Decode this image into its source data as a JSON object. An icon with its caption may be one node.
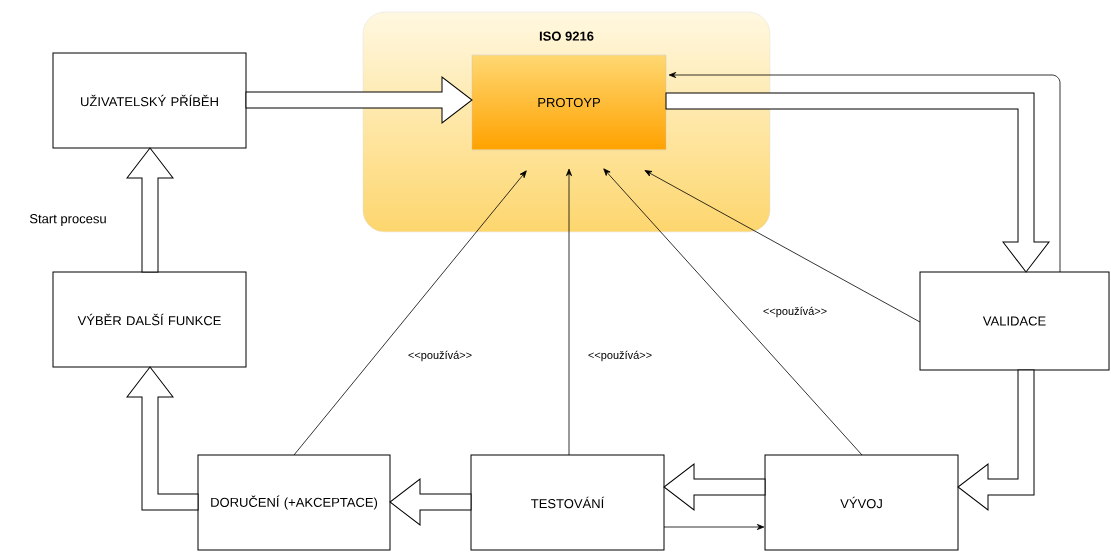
{
  "diagram": {
    "nodes": [
      {
        "text": [
          "ISO 9216"
        ]
      },
      {
        "text": [
          "PROTOYP"
        ],
        "in": 0
      },
      {
        "text": [
          "UŽIVATELSKÝ PŘÍBĚH"
        ]
      },
      {
        "text": [
          "VÝBĚR DALŠÍ FUNKCE"
        ]
      },
      {
        "text": [
          "DORUČENÍ (+AKCEPTACE)"
        ]
      },
      {
        "text": [
          "TESTOVÁNÍ"
        ]
      },
      {
        "text": [
          "VÝVOJ"
        ]
      },
      {
        "text": [
          "VALIDACE"
        ]
      }
    ],
    "edges": [
      {
        "from": 2,
        "to": 1,
        "arrow": "to",
        "style": "thick"
      },
      {
        "from": 1,
        "to": 7,
        "arrow": "to",
        "style": "thick"
      },
      {
        "from": 7,
        "to": 1,
        "arrow": "to"
      },
      {
        "from": 7,
        "to": 6,
        "arrow": "to",
        "style": "thick"
      },
      {
        "from": 6,
        "to": 5,
        "arrow": "to",
        "style": "thick"
      },
      {
        "from": 5,
        "to": 6,
        "arrow": "to"
      },
      {
        "from": 5,
        "to": 4,
        "arrow": "to",
        "style": "thick"
      },
      {
        "from": 4,
        "to": 3,
        "arrow": "to",
        "style": "thick"
      },
      {
        "from": 3,
        "to": 2,
        "arrow": "to",
        "style": "thick",
        "label": "Start procesu"
      },
      {
        "from": 4,
        "to": 1,
        "arrow": "to",
        "label": "<<používá>>"
      },
      {
        "from": 5,
        "to": 1,
        "arrow": "to",
        "label": "<<používá>>"
      },
      {
        "from": 6,
        "to": 1,
        "arrow": "to",
        "label": "<<používá>>"
      },
      {
        "from": 7,
        "to": 1,
        "arrow": "to"
      }
    ]
  }
}
